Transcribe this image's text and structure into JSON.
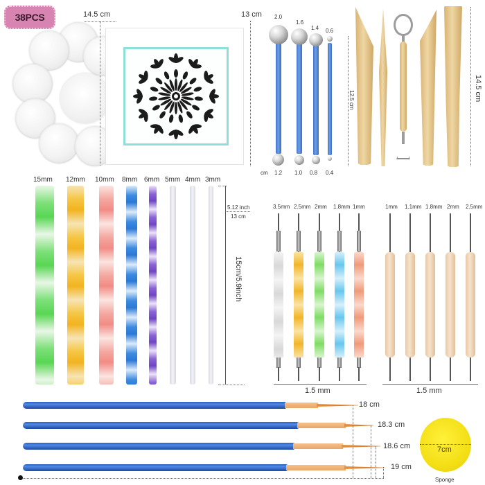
{
  "badge": {
    "label": "38PCS",
    "color": "#d784b2"
  },
  "palette_stencil": {
    "width_label": "14.5  cm",
    "height_label": "13 cm",
    "stencil_frame_color": "#8de0da"
  },
  "ball_tools": {
    "top_sizes": [
      "2.0",
      "1.6",
      "1.4",
      "0.6"
    ],
    "bottom_unit": "cm",
    "bottom_sizes": [
      "1.2",
      "1.0",
      "0.8",
      "0.4"
    ],
    "length_label": "12.5 cm",
    "shaft_color": "#4f84d8"
  },
  "clay_tools": {
    "length_label": "14.5 cm",
    "count": 5
  },
  "rods": {
    "sizes": [
      "15mm",
      "12mm",
      "10mm",
      "8mm",
      "6mm",
      "5mm",
      "4mm",
      "3mm"
    ],
    "colors": [
      "#7ee07a",
      "#f5c542",
      "#f5a6a0",
      "#3d8be0",
      "#8b62d6",
      "#e4e4ec",
      "#e4e4ec",
      "#e4e4ec"
    ],
    "length_label": "15cm/5.9inch",
    "sub_label_inch": "5.12 inch",
    "sub_label_cm": "13 cm"
  },
  "dotting_pens_acrylic": {
    "sizes": [
      "3.5mm",
      "2.5mm",
      "2mm",
      "1.8mm",
      "1mm"
    ],
    "colors": [
      "#dedede",
      "#f2b52a",
      "#7fdc64",
      "#68c6ee",
      "#f09a7a"
    ],
    "bottom_label": "1.5 mm"
  },
  "dotting_pens_wood": {
    "sizes": [
      "1mm",
      "1.1mm",
      "1.8mm",
      "2mm",
      "2.5mm"
    ],
    "color": "#f1d9bd",
    "bottom_label": "1.5 mm"
  },
  "brushes": {
    "lengths": [
      "18 cm",
      "18.3 cm",
      "18.6 cm",
      "19 cm"
    ],
    "handle_color": "#2f66c4"
  },
  "sponge": {
    "size_label": "7cm",
    "caption": "Sponge",
    "color": "#f3de14"
  }
}
